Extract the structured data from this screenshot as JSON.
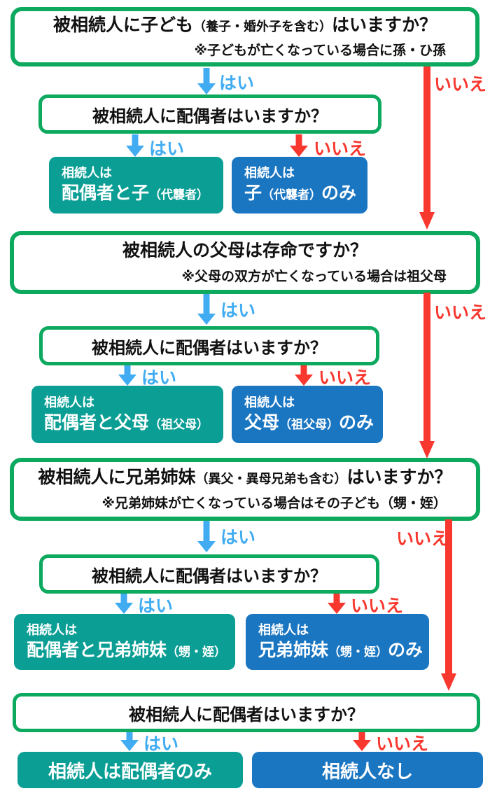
{
  "colors": {
    "question_border_green": "#0ca95f",
    "answer_teal": "#0a9e94",
    "answer_blue": "#1b76c2",
    "yes_blue": "#41acf1",
    "no_red": "#f8372e"
  },
  "labels": {
    "yes": "はい",
    "no": "いいえ"
  },
  "s1": {
    "question": {
      "pre": "被相続人に子ども",
      "paren": "（養子・婚外子を含む）",
      "post": "はいますか？",
      "note": "※子どもが亡くなっている場合に孫・ひ孫"
    },
    "spouse_question": "被相続人に配偶者はいますか？",
    "yes_answer": {
      "intro": "相続人は",
      "main": "配偶者と子",
      "paren": "（代襲者）",
      "suffix": ""
    },
    "no_answer": {
      "intro": "相続人は",
      "main": "子",
      "paren": "（代襲者）",
      "suffix": "のみ"
    }
  },
  "s2": {
    "question": {
      "pre": "被相続人の父母は存命ですか？",
      "paren": "",
      "post": "",
      "note": "※父母の双方が亡くなっている場合は祖父母"
    },
    "spouse_question": "被相続人に配偶者はいますか？",
    "yes_answer": {
      "intro": "相続人は",
      "main": "配偶者と父母",
      "paren": "（祖父母）",
      "suffix": ""
    },
    "no_answer": {
      "intro": "相続人は",
      "main": "父母",
      "paren": "（祖父母）",
      "suffix": "のみ"
    }
  },
  "s3": {
    "question": {
      "pre": "被相続人に兄弟姉妹",
      "paren": "（異父・異母兄弟も含む）",
      "post": "はいますか？",
      "note": "※兄弟姉妹が亡くなっている場合はその子ども（甥・姪）"
    },
    "spouse_question": "被相続人に配偶者はいますか？",
    "yes_answer": {
      "intro": "相続人は",
      "main": "配偶者と兄弟姉妹",
      "paren": "（甥・姪）",
      "suffix": ""
    },
    "no_answer": {
      "intro": "相続人は",
      "main": "兄弟姉妹",
      "paren": "（甥・姪）",
      "suffix": "のみ"
    }
  },
  "s4": {
    "spouse_question": "被相続人に配偶者はいますか？",
    "yes_answer": {
      "text": "相続人は配偶者のみ"
    },
    "no_answer": {
      "text": "相続人なし"
    }
  }
}
